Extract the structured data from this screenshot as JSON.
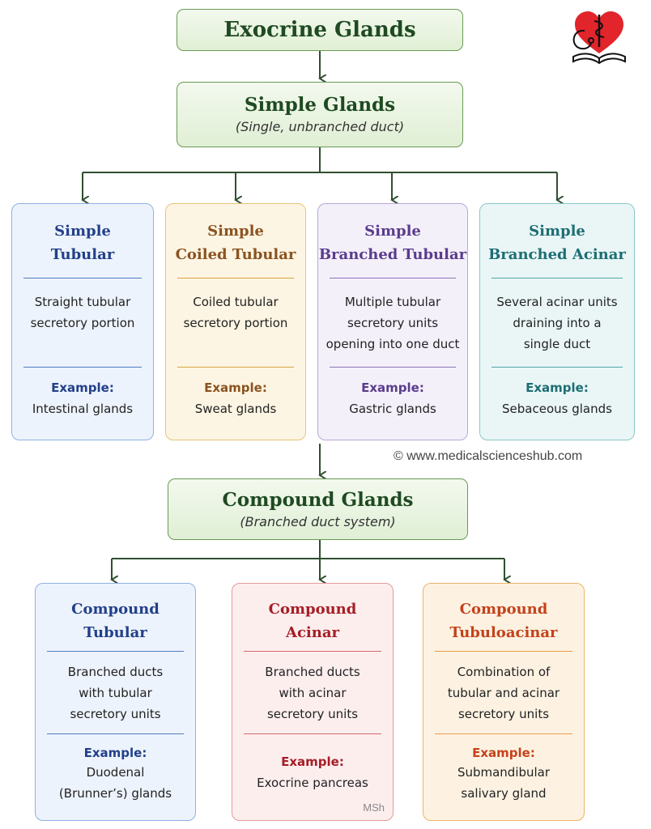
{
  "root": {
    "title": "Exocrine Glands"
  },
  "simple": {
    "title": "Simple Glands",
    "subtitle": "(Single, unbranched duct)",
    "cards": [
      {
        "title1": "Simple",
        "title2": "Tubular",
        "desc": [
          "Straight tubular",
          "secretory portion"
        ],
        "example_label": "Example:",
        "example": [
          "Intestinal glands"
        ]
      },
      {
        "title1": "Simple",
        "title2": "Coiled Tubular",
        "desc": [
          "Coiled tubular",
          "secretory portion"
        ],
        "example_label": "Example:",
        "example": [
          "Sweat glands"
        ]
      },
      {
        "title1": "Simple",
        "title2": "Branched Tubular",
        "desc": [
          "Multiple tubular",
          "secretory units",
          "opening into one duct"
        ],
        "example_label": "Example:",
        "example": [
          "Gastric glands"
        ]
      },
      {
        "title1": "Simple",
        "title2": "Branched Acinar",
        "desc": [
          "Several acinar units",
          "draining into a",
          "single duct"
        ],
        "example_label": "Example:",
        "example": [
          "Sebaceous glands"
        ]
      }
    ]
  },
  "compound": {
    "title": "Compound Glands",
    "subtitle": "(Branched duct system)",
    "cards": [
      {
        "title1": "Compound",
        "title2": "Tubular",
        "desc": [
          "Branched ducts",
          "with tubular",
          "secretory units"
        ],
        "example_label": "Example:",
        "example": [
          "Duodenal",
          "(Brunner’s) glands"
        ]
      },
      {
        "title1": "Compound",
        "title2": "Acinar",
        "desc": [
          "Branched ducts",
          "with acinar",
          "secretory units"
        ],
        "example_label": "Example:",
        "example": [
          "Exocrine pancreas"
        ]
      },
      {
        "title1": "Compound",
        "title2": "Tubuloacinar",
        "desc": [
          "Combination of",
          "tubular and acinar",
          "secretory units"
        ],
        "example_label": "Example:",
        "example": [
          "Submandibular",
          "salivary gland"
        ]
      }
    ]
  },
  "copyright": "© www.medicalscienceshub.com",
  "watermark": "MSh",
  "logo": {
    "icon": "heart-stethoscope-book-icon"
  },
  "colors": {
    "root_green": "#1f4a22",
    "arrow": "#2f4f2f",
    "blue": "#22408a",
    "yellow": "#8a5320",
    "purple": "#5a3c8c",
    "teal": "#1d6e74",
    "red": "#a51e26",
    "orange": "#c4421b"
  }
}
